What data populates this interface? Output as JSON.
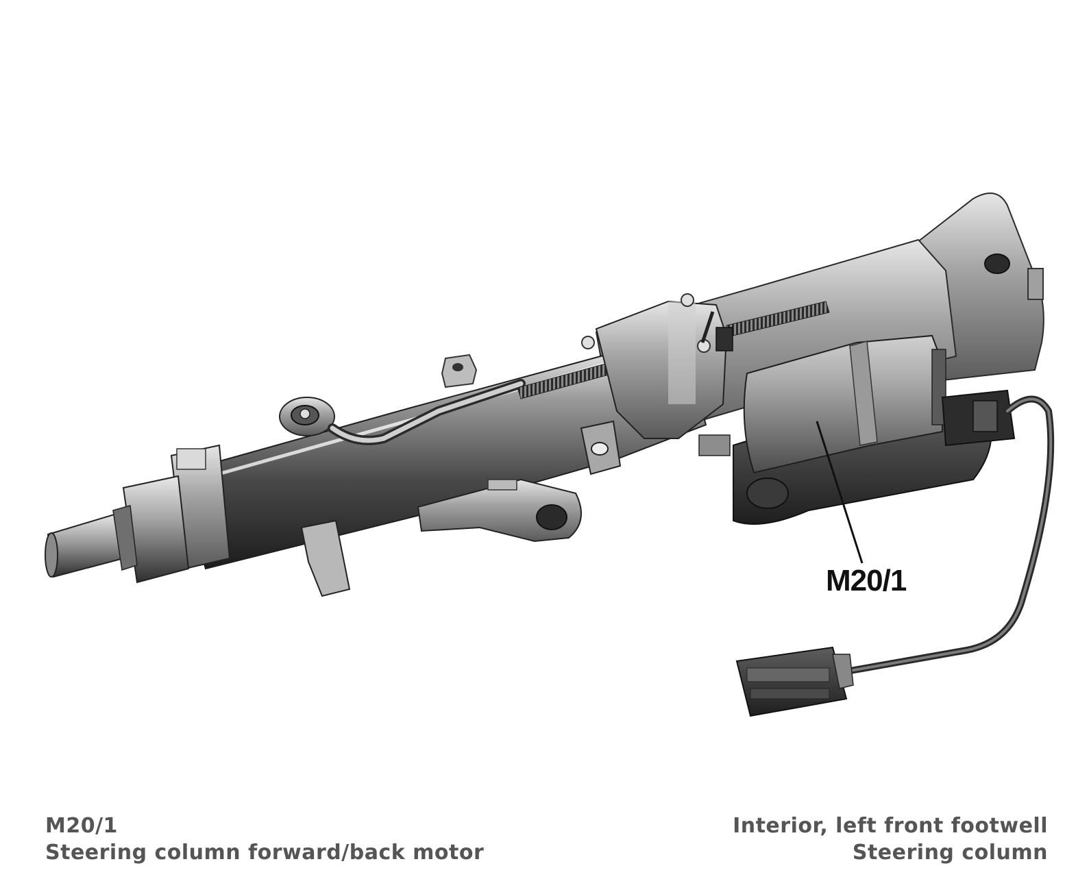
{
  "diagram": {
    "callout_label": "M20/1"
  },
  "caption": {
    "left": {
      "code": "M20/1",
      "description": "Steering column forward/back motor"
    },
    "right": {
      "location": "Interior, left front footwell",
      "component": "Steering column"
    }
  }
}
